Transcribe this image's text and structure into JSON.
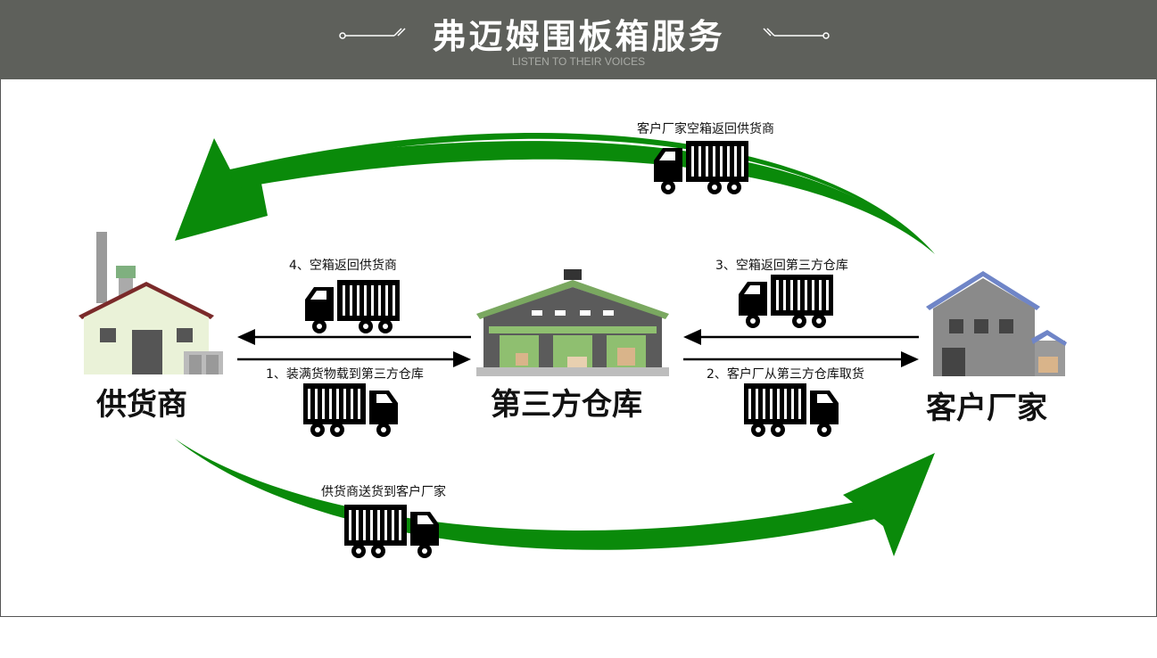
{
  "header": {
    "title": "弗迈姆围板箱服务",
    "subtitle": "LISTEN TO THEIR VOICES"
  },
  "nodes": {
    "supplier": "供货商",
    "warehouse": "第三方仓库",
    "customer": "客户厂家"
  },
  "flows": {
    "top_arc": "客户厂家空箱返回供货商",
    "bottom_arc": "供货商送货到客户厂家",
    "step1": "1、装满货物载到第三方仓库",
    "step2": "2、客户厂从第三方仓库取货",
    "step3": "3、空箱返回第三方仓库",
    "step4": "4、空箱返回供货商"
  },
  "colors": {
    "header_bg": "#5e605b",
    "arrow_green": "#0a8a0a",
    "truck": "#000000"
  }
}
